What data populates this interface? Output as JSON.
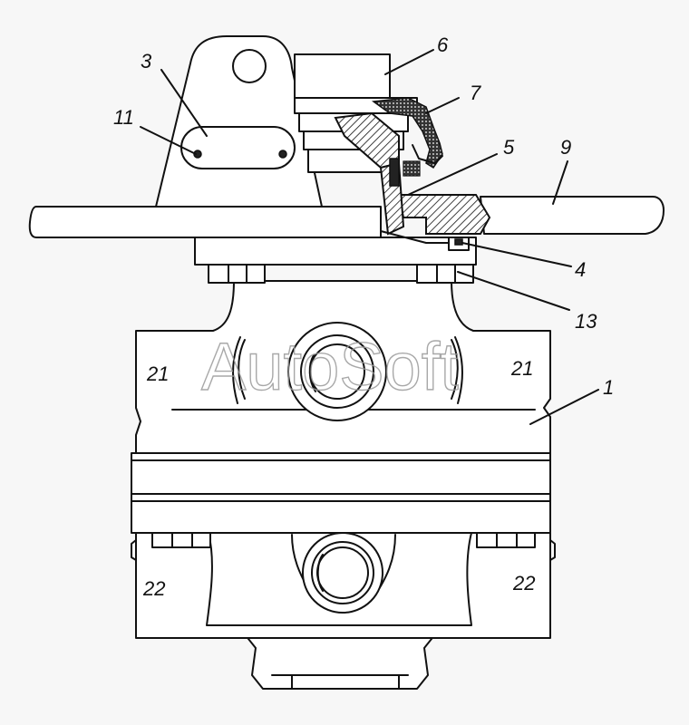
{
  "labels": {
    "l1": "1",
    "l3": "3",
    "l4": "4",
    "l5": "5",
    "l6": "6",
    "l7": "7",
    "l9": "9",
    "l11": "11",
    "l13": "13",
    "l21_left": "21",
    "l21_right": "21",
    "l22_left": "22",
    "l22_right": "22"
  },
  "watermark": "AutoSoft"
}
